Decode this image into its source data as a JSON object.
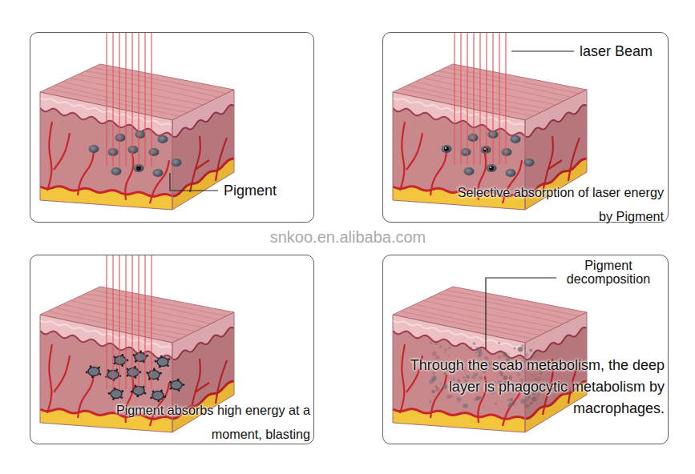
{
  "diagram": {
    "nodes": [
      {
        "text": [
          "Pigment"
        ]
      },
      {
        "text": [
          "laser Beam",
          "Selective absorption of laser energy by Pigment"
        ]
      },
      {
        "text": [
          "Pigment absorbs high energy at a moment, blasting"
        ]
      },
      {
        "text": [
          "Pigment decomposition",
          "Through the scab metabolism, the deep layer is phagocytic metabolism by macrophages."
        ]
      }
    ],
    "labels": [
      "snkoo.en.alibaba.com"
    ]
  }
}
